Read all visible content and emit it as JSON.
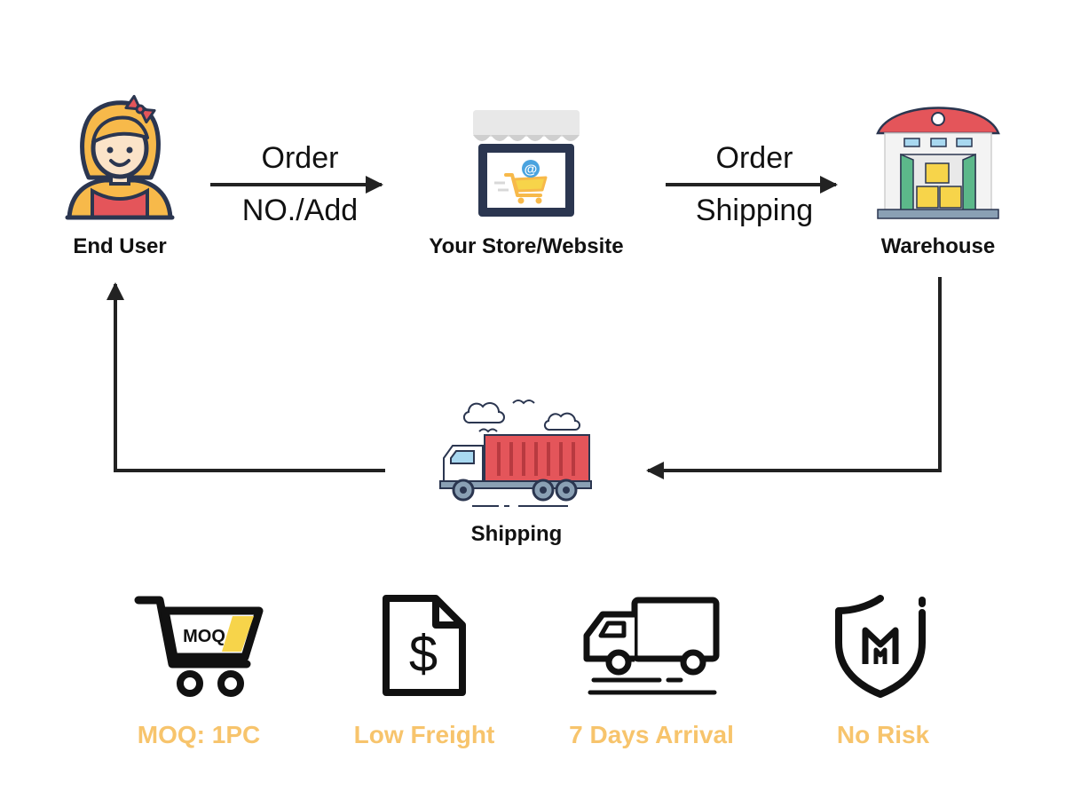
{
  "flow": {
    "nodes": {
      "end_user": "End User",
      "store": "Your Store/Website",
      "warehouse": "Warehouse",
      "shipping": "Shipping"
    },
    "edges": {
      "user_to_store": {
        "top": "Order",
        "bottom": "NO./Add"
      },
      "store_to_warehouse": {
        "top": "Order",
        "bottom": "Shipping"
      }
    },
    "store_badge": "@"
  },
  "features": {
    "moq_badge": "MOQ",
    "dollar": "$",
    "items": [
      {
        "label": "MOQ: 1PC",
        "icon": "cart-icon"
      },
      {
        "label": "Low Freight",
        "icon": "dollar-document-icon"
      },
      {
        "label": "7 Days Arrival",
        "icon": "delivery-truck-icon"
      },
      {
        "label": "No Risk",
        "icon": "shield-icon"
      }
    ]
  },
  "colors": {
    "feature_label": "#f7c46c",
    "line": "#222222",
    "accent_yellow": "#f7d44a",
    "container_red": "#e4555a",
    "roof_red": "#e4555a",
    "store_blue": "#4aa3df"
  }
}
